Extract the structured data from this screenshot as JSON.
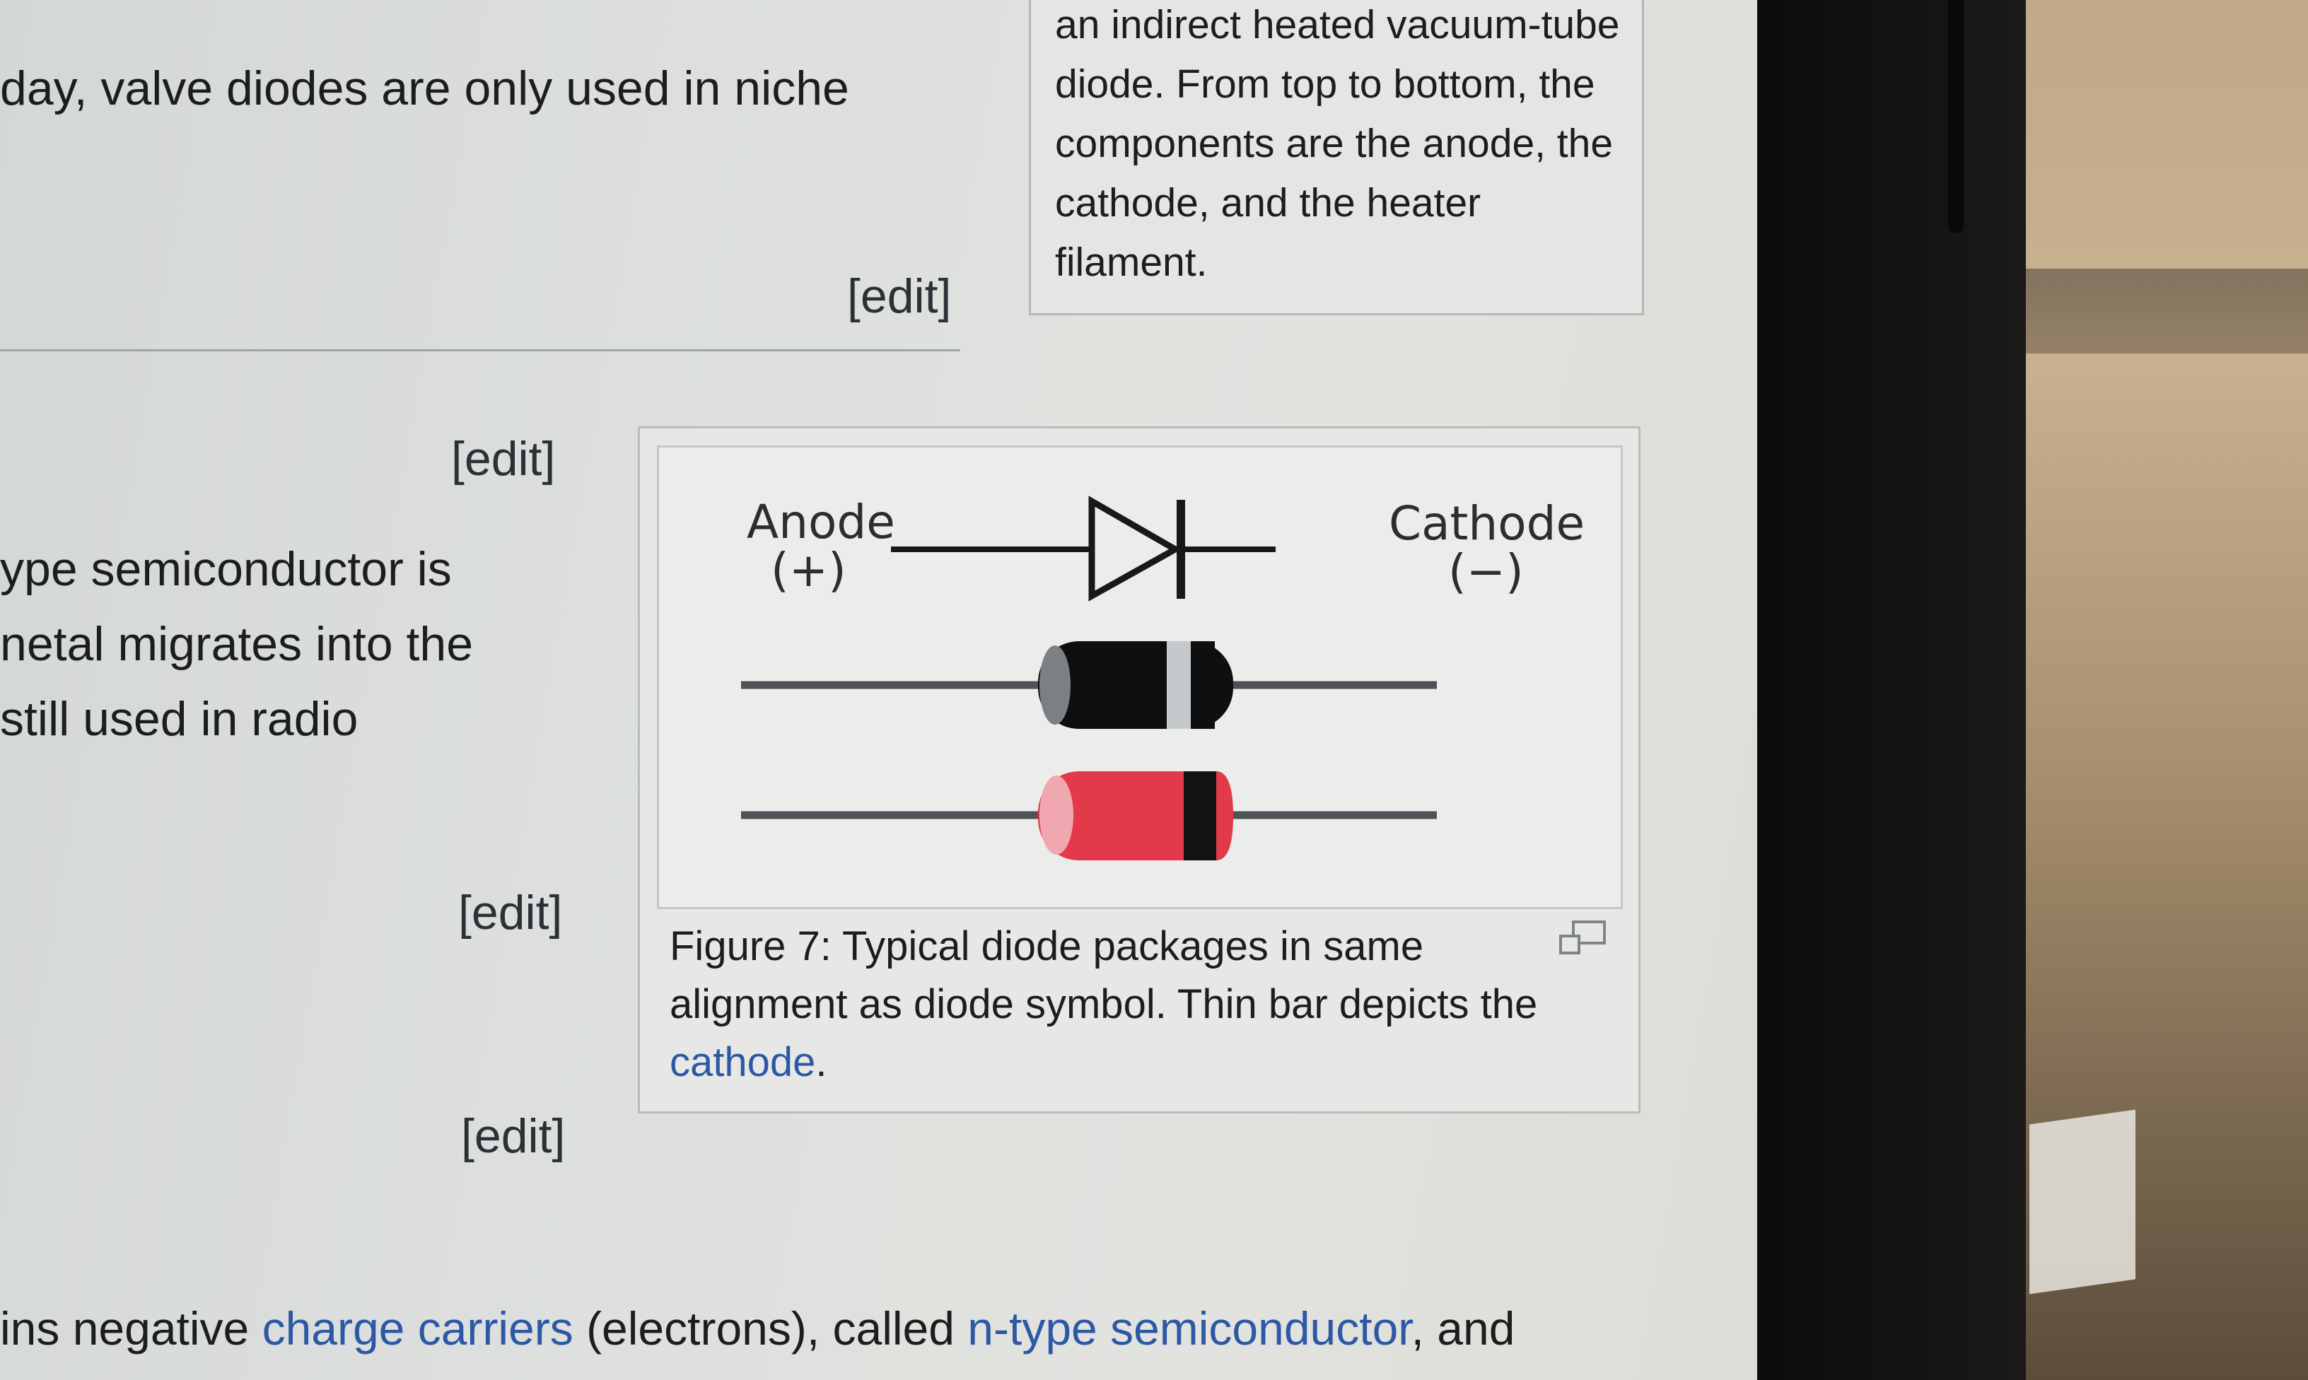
{
  "article": {
    "line_top": "day, valve diodes are only used in niche",
    "edit_label": "[edit]",
    "lines_mid": [
      "ype semiconductor is",
      "netal migrates into the",
      "still used in radio"
    ],
    "bottom_pre": "ins negative ",
    "bottom_link1": "charge carriers",
    "bottom_mid": " (electrons), called ",
    "bottom_link2": "n-type semiconductor",
    "bottom_post": ", and"
  },
  "caption_top": {
    "text": "an indirect heated vacuum-tube diode. From top to bottom, the components are the anode, the cathode, and the heater filament."
  },
  "figure7": {
    "anode_label": "Anode",
    "anode_sign": "(+)",
    "cathode_label": "Cathode",
    "cathode_sign": "(−)",
    "caption_text": "Figure 7: Typical diode packages in same alignment as diode symbol. Thin bar depicts the ",
    "caption_link": "cathode",
    "caption_end": ".",
    "colors": {
      "black_body": "#0e0f10",
      "red_body": "#e23a4b",
      "lead": "#4d5256",
      "link": "#2c58a5"
    },
    "icons": {
      "enlarge": "enlarge-icon"
    }
  }
}
